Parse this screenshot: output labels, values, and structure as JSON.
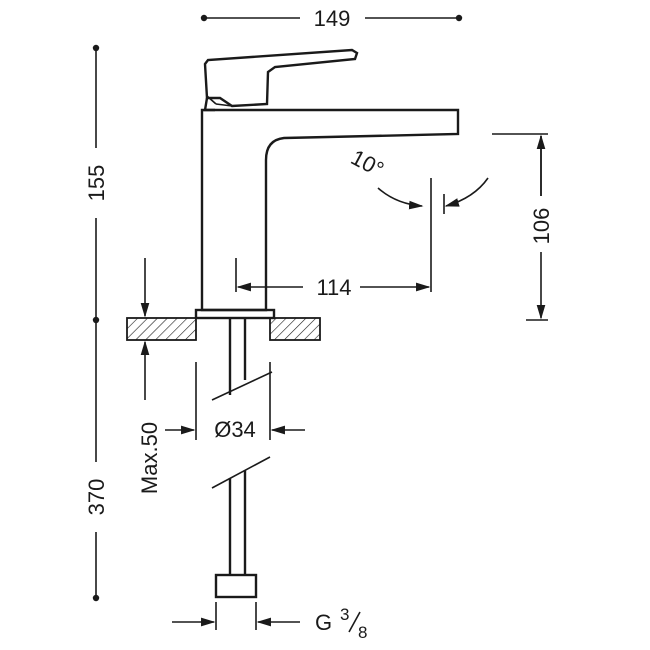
{
  "dimensions": {
    "width_total": "149",
    "height_upper": "155",
    "height_total": "370",
    "spout_height": "106",
    "spout_reach": "114",
    "spout_angle": "10°",
    "max_thickness": "Max.50",
    "hole_diameter": "Ø34",
    "connection_g": "G",
    "connection_num": "3",
    "connection_den": "8"
  },
  "colors": {
    "line": "#1a1a1a",
    "background": "#ffffff"
  }
}
